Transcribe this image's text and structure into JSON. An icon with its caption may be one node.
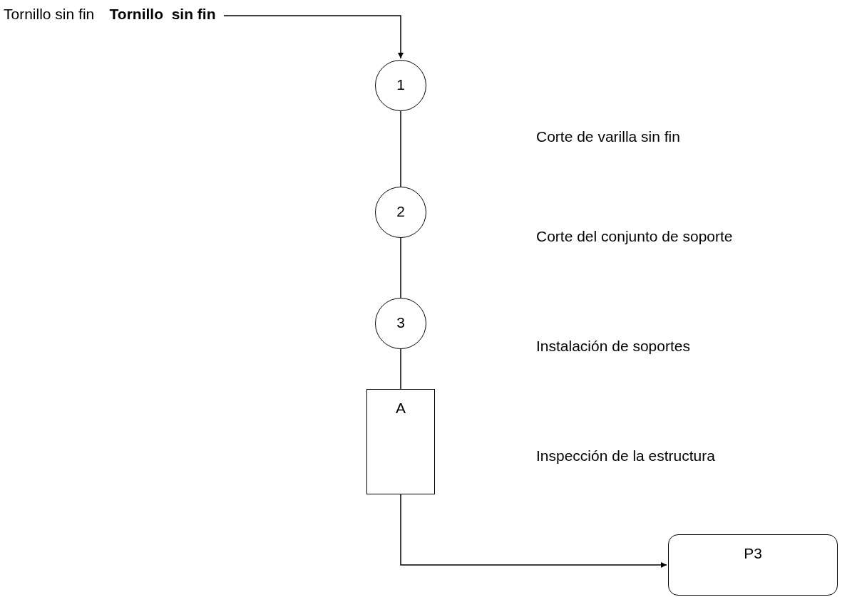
{
  "diagram": {
    "nodes": [
      {
        "text": [
          "Tornillo  sin fin"
        ]
      },
      {
        "text": [
          "1"
        ]
      },
      {
        "text": [
          "2"
        ]
      },
      {
        "text": [
          "3"
        ]
      },
      {
        "text": [
          "A"
        ]
      },
      {
        "text": [
          "P3"
        ]
      }
    ],
    "edges": [
      {
        "from": 0,
        "to": 1,
        "arrow": "to"
      },
      {
        "from": 1,
        "to": 2,
        "arrow": "none"
      },
      {
        "from": 2,
        "to": 3,
        "arrow": "none"
      },
      {
        "from": 3,
        "to": 4,
        "arrow": "none"
      },
      {
        "from": 4,
        "to": 5,
        "arrow": "to"
      }
    ],
    "labels": [
      "Tornillo sin fin",
      "Corte de varilla sin fin",
      "Corte del conjunto de soporte",
      "Instalación de soportes",
      "Inspección de la estructura"
    ]
  }
}
